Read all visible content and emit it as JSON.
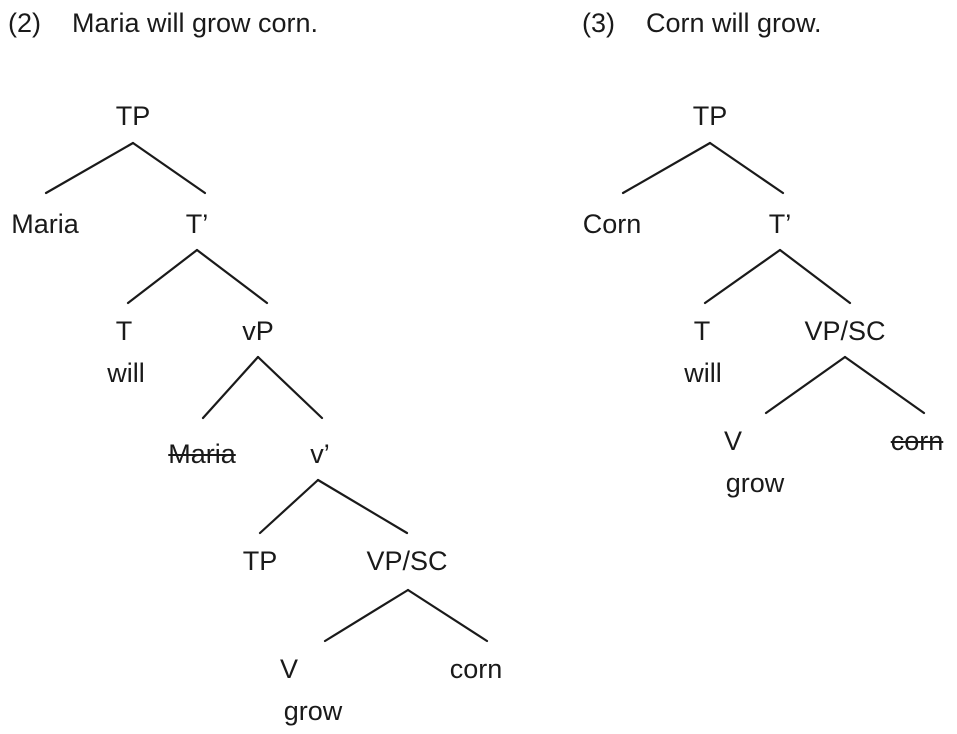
{
  "examples": [
    {
      "number": "(2)",
      "sentence": "Maria will grow corn.",
      "nodes": {
        "tp": "TP",
        "subject": "Maria",
        "t_bar": "T’",
        "t": "T",
        "will": "will",
        "vp_small": "vP",
        "trace_subject": "Maria",
        "v_bar": "v’",
        "inner_tp": "TP",
        "vp_sc": "VP/SC",
        "v": "V",
        "grow": "grow",
        "object": "corn"
      }
    },
    {
      "number": "(3)",
      "sentence": "Corn will grow.",
      "nodes": {
        "tp": "TP",
        "subject": "Corn",
        "t_bar": "T’",
        "t": "T",
        "will": "will",
        "vp_sc": "VP/SC",
        "v": "V",
        "grow": "grow",
        "trace_object": "corn"
      }
    }
  ]
}
